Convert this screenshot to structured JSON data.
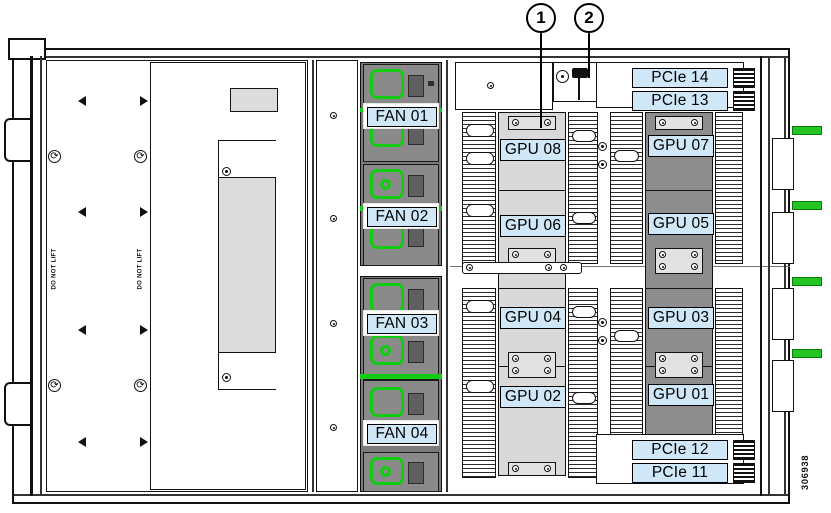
{
  "figure": {
    "id": "306938",
    "description": "Cisco rack server top view with fan bay, GPU card slots and PCIe riser slots"
  },
  "callouts": [
    {
      "number": "1",
      "target": "air-baffle-divider"
    },
    {
      "number": "2",
      "target": "chassis-intrusion-connector"
    }
  ],
  "fans": {
    "labels": [
      "FAN 01",
      "FAN 02",
      "FAN 03",
      "FAN 04"
    ]
  },
  "gpus": {
    "left_column": [
      "GPU 08",
      "GPU 06",
      "GPU 04",
      "GPU 02"
    ],
    "right_column": [
      "GPU 07",
      "GPU 05",
      "GPU 03",
      "GPU 01"
    ]
  },
  "pcie": {
    "top": [
      "PCIe 14",
      "PCIe 13"
    ],
    "bottom": [
      "PCIe 12",
      "PCIe 11"
    ]
  },
  "warnings": {
    "do_not_lift": "DO NOT LIFT"
  },
  "colors": {
    "label_fill": "#cfe7f7",
    "label_border": "#000000",
    "fan_handle_green": "#12cc12",
    "pcie_tab_green": "#22c522",
    "heatsink_light": "#d9d9d9",
    "heatsink_dark": "#8d8d8d",
    "fan_bay": "#7b7b7b"
  }
}
